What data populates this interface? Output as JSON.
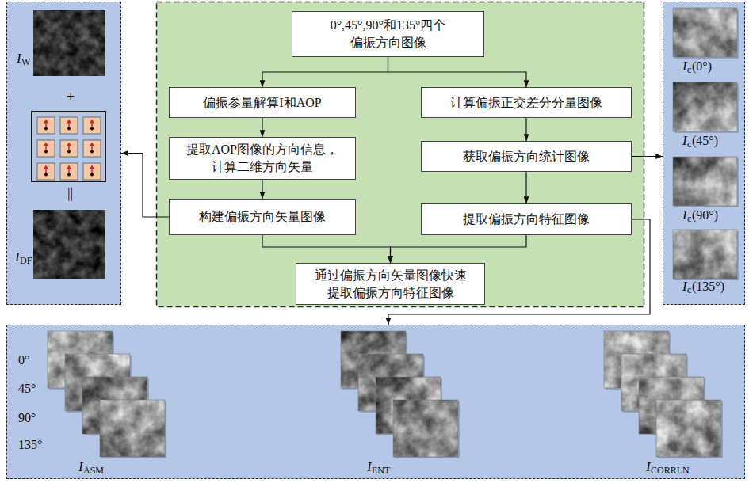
{
  "diagram": {
    "nodes": [
      {
        "text": [
          "I",
          "W",
          "+",
          "||",
          "I",
          "DF"
        ]
      },
      {
        "text": [
          "0°,45°,90°和135°四个 偏振方向图像"
        ]
      },
      {
        "text": [
          "偏振参量解算I和AOP"
        ]
      },
      {
        "text": [
          "计算偏振正交差分分量图像"
        ]
      },
      {
        "text": [
          "提取AOP图像的方向信息， 计算二维方向矢量"
        ]
      },
      {
        "text": [
          "获取偏振方向统计图像"
        ]
      },
      {
        "text": [
          "构建偏振方向矢量图像"
        ]
      },
      {
        "text": [
          "提取偏振方向特征图像"
        ]
      },
      {
        "text": [
          "通过偏振方向矢量图像快速 提取偏振方向特征图像"
        ]
      },
      {
        "text": [
          "I",
          "c",
          "(0°)",
          "I",
          "c",
          "(45°)",
          "I",
          "c",
          "(90°)",
          "I",
          "c",
          "(135°)"
        ]
      },
      {
        "text": [
          "0°",
          "45°",
          "90°",
          "135°",
          "I",
          "ASM",
          "I",
          "ENT",
          "I",
          "CORRLN"
        ]
      }
    ],
    "edges": [
      {
        "from": 1,
        "to": 2,
        "arrow": "to"
      },
      {
        "from": 1,
        "to": 3,
        "arrow": "to"
      },
      {
        "from": 2,
        "to": 4,
        "arrow": "to"
      },
      {
        "from": 4,
        "to": 6,
        "arrow": "to"
      },
      {
        "from": 3,
        "to": 5,
        "arrow": "to"
      },
      {
        "from": 5,
        "to": 7,
        "arrow": "to"
      },
      {
        "from": 6,
        "to": 8,
        "arrow": "to"
      },
      {
        "from": 7,
        "to": 8,
        "arrow": "to"
      },
      {
        "from": 6,
        "to": 0,
        "arrow": "to"
      },
      {
        "from": 5,
        "to": 9,
        "arrow": "to"
      },
      {
        "from": 7,
        "to": 10,
        "arrow": "to"
      }
    ]
  }
}
